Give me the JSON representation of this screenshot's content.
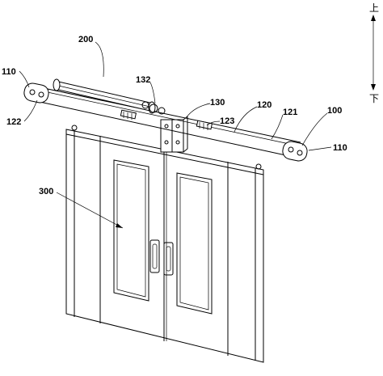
{
  "direction_indicator": {
    "up_label": "上",
    "down_label": "下"
  },
  "reference_labels": {
    "assembly": "100",
    "pulley": "110",
    "pulley_right": "110",
    "belt": "120",
    "belt_upper": "121",
    "belt_lower": "122",
    "tensioner": "123",
    "bracket": "130",
    "clamp": "132",
    "drive": "200",
    "door": "300"
  }
}
